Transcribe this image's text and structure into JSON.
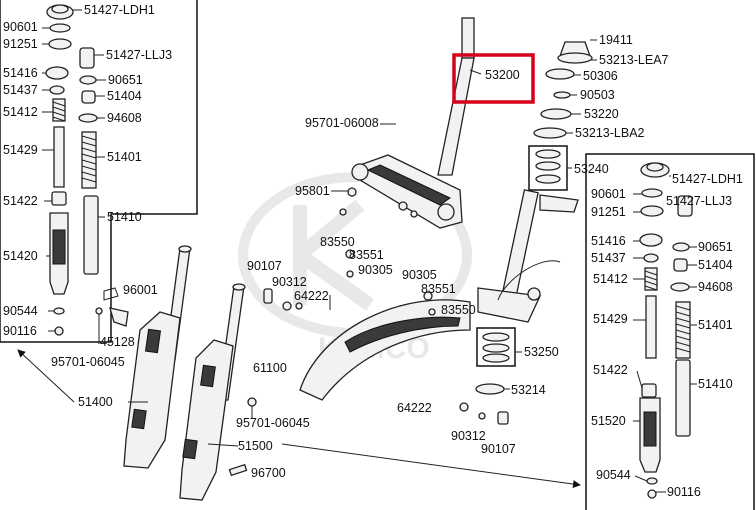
{
  "diagram": {
    "watermark": "KYMCO",
    "highlight_color": "#d6001c",
    "highlighted_part": "53200",
    "callouts": {
      "l_51427ldh1": "51427-LDH1",
      "l_90601": "90601",
      "l_91251": "91251",
      "l_51427llj3": "51427-LLJ3",
      "l_51416": "51416",
      "l_90651": "90651",
      "l_51437": "51437",
      "l_51404": "51404",
      "l_51412": "51412",
      "l_94608": "94608",
      "l_51429": "51429",
      "l_51401": "51401",
      "l_51422": "51422",
      "l_51410": "51410",
      "l_51420": "51420",
      "l_90544": "90544",
      "l_90116": "90116",
      "m_96001": "96001",
      "m_45128": "45128",
      "m_9570106045a": "95701-06045",
      "m_51400": "51400",
      "m_9570106045b": "95701-06045",
      "m_51500": "51500",
      "m_96700": "96700",
      "m_9570106008": "95701-06008",
      "m_95801": "95801",
      "m_53200": "53200",
      "m_19411": "19411",
      "m_53213lea7": "53213-LEA7",
      "m_50306": "50306",
      "m_90503": "90503",
      "m_53220": "53220",
      "m_53213lba2": "53213-LBA2",
      "m_53240": "53240",
      "m_90107a": "90107",
      "m_90312a": "90312",
      "m_64222a": "64222",
      "m_83550a": "83550",
      "m_83551a": "83551",
      "m_90305a": "90305",
      "m_90305b": "90305",
      "m_83551b": "83551",
      "m_83550b": "83550",
      "m_61100": "61100",
      "m_53250": "53250",
      "m_53214": "53214",
      "m_64222b": "64222",
      "m_90312b": "90312",
      "m_90107b": "90107",
      "r_51427ldh1": "51427-LDH1",
      "r_90601": "90601",
      "r_91251": "91251",
      "r_51427llj3": "51427-LLJ3",
      "r_51416": "51416",
      "r_90651": "90651",
      "r_51437": "51437",
      "r_51404": "51404",
      "r_51412": "51412",
      "r_94608": "94608",
      "r_51429": "51429",
      "r_51401": "51401",
      "r_51422": "51422",
      "r_51410": "51410",
      "r_51520": "51520",
      "r_90544": "90544",
      "r_90116": "90116"
    }
  }
}
